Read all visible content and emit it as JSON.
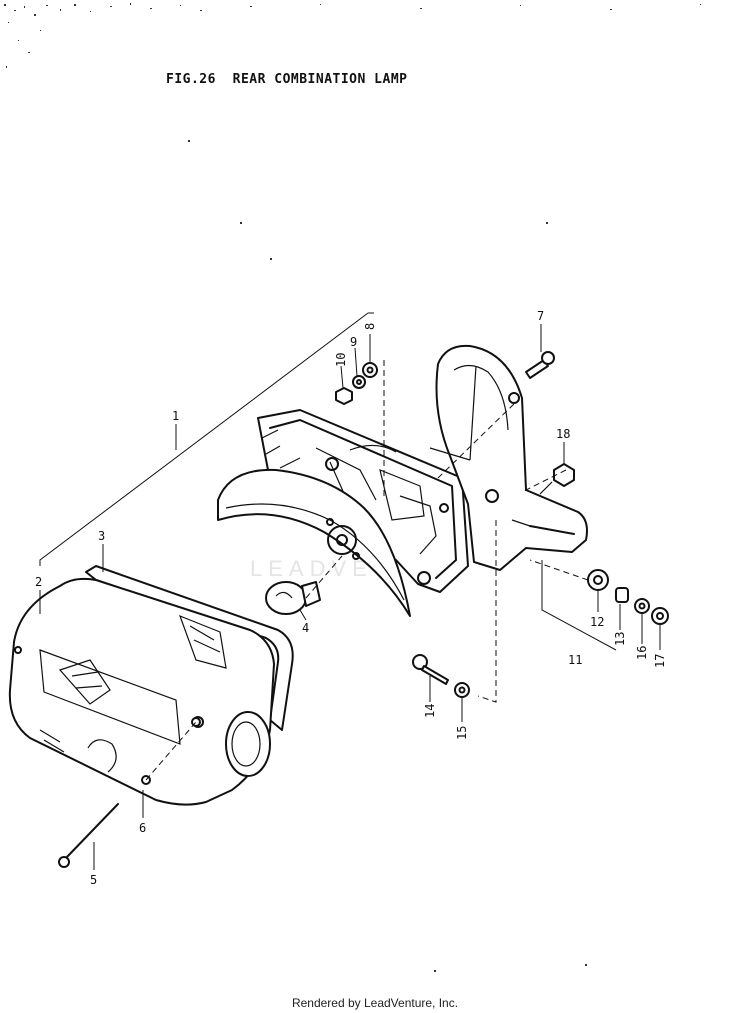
{
  "title": "FIG.26  REAR COMBINATION LAMP",
  "footer": "Rendered by LeadVenture, Inc.",
  "watermark": "LEADVE",
  "callouts": [
    "1",
    "2",
    "3",
    "4",
    "5",
    "6",
    "7",
    "8",
    "9",
    "10",
    "11",
    "12",
    "13",
    "14",
    "15",
    "16",
    "17",
    "18"
  ]
}
